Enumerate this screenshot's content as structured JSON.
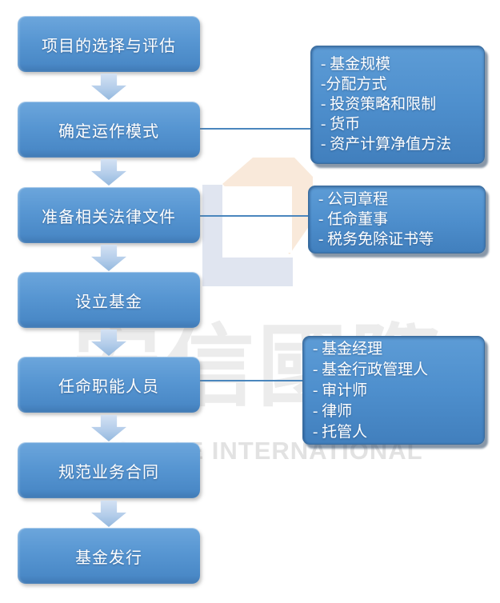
{
  "flow": {
    "steps": [
      {
        "label": "项目的选择与评估"
      },
      {
        "label": "确定运作模式"
      },
      {
        "label": "准备相关法律文件"
      },
      {
        "label": "设立基金"
      },
      {
        "label": "任命职能人员"
      },
      {
        "label": "规范业务合同"
      },
      {
        "label": "基金发行"
      }
    ]
  },
  "details": [
    {
      "attached_to": "确定运作模式",
      "items": [
        "- 基金规模",
        "-分配方式",
        "- 投资策略和限制",
        "- 货币",
        "- 资产计算净值方法"
      ]
    },
    {
      "attached_to": "准备相关法律文件",
      "items": [
        "- 公司章程",
        "- 任命董事",
        "- 税务免除证书等"
      ]
    },
    {
      "attached_to": "任命职能人员",
      "items": [
        "- 基金经理",
        "- 基金行政管理人",
        "- 审计师",
        "- 律师",
        "- 托管人"
      ]
    }
  ],
  "watermark": {
    "cjk": "安信國際",
    "latin": "ESSENCE INTERNATIONAL"
  },
  "colors": {
    "step_fill": "#5796d2",
    "detail_fill": "#4e8fcd",
    "detail_shadow": "#264260",
    "connector": "#4a86bd",
    "arrow_fill": "#b4cdea",
    "text": "#ffffff",
    "watermark_text": "#ececec",
    "logo_peach": "#f9e9da",
    "logo_gray": "#e0e5f0"
  }
}
